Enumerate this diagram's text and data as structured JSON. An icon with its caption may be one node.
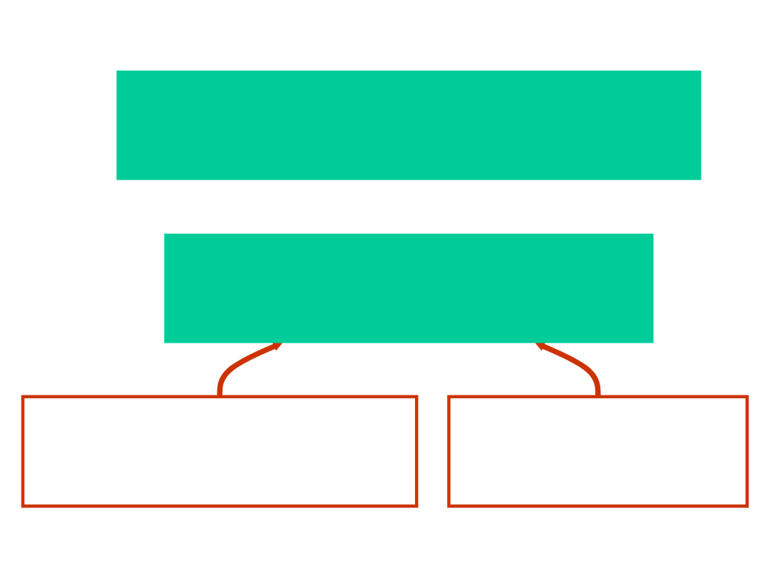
{
  "diagram": {
    "nodes": [
      {
        "text": [],
        "shape": "box"
      },
      {
        "text": [],
        "shape": "box"
      },
      {
        "text": [],
        "shape": "box"
      },
      {
        "text": [],
        "shape": "box"
      }
    ],
    "edges": [
      {
        "from": 2,
        "to": 1,
        "arrow": "to"
      },
      {
        "from": 3,
        "to": 1,
        "arrow": "to"
      }
    ]
  }
}
